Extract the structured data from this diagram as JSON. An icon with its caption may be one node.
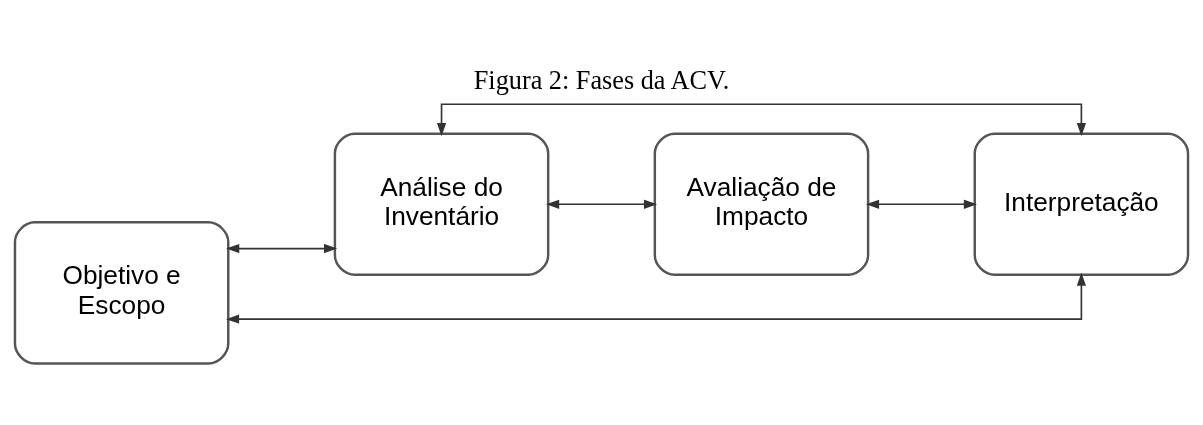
{
  "diagram": {
    "title": "Figura 2: Fases da ACV.",
    "nodes": [
      {
        "text": [
          "Objetivo e Escopo"
        ]
      },
      {
        "text": [
          "Análise do Inventário"
        ]
      },
      {
        "text": [
          "Interpretação"
        ]
      },
      {
        "text": [
          "Avaliação de Impacto"
        ]
      }
    ],
    "edges": [
      {
        "from": 0,
        "to": 2,
        "arrow": "both"
      },
      {
        "from": 0,
        "to": 1,
        "arrow": "both"
      },
      {
        "from": 1,
        "to": 2,
        "arrow": "both"
      },
      {
        "from": 1,
        "to": 3,
        "arrow": "both"
      },
      {
        "from": 3,
        "to": 2,
        "arrow": "both"
      }
    ]
  }
}
